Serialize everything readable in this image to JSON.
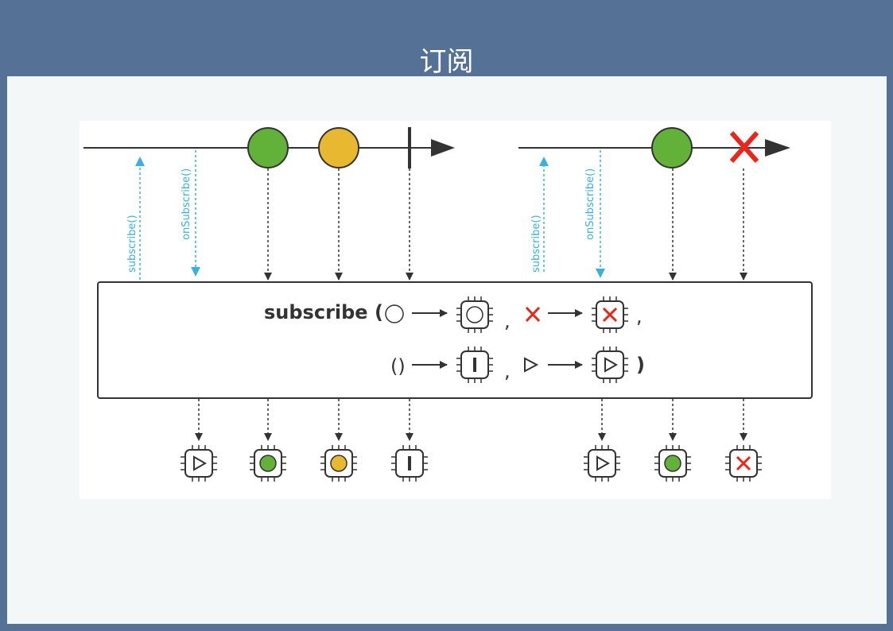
{
  "slide": {
    "title": "订阅"
  },
  "diagram": {
    "left_panel": {
      "subscribe_label": "subscribe()",
      "on_subscribe_label": "onSubscribe()"
    },
    "right_panel": {
      "subscribe_label": "subscribe()",
      "on_subscribe_label": "onSubscribe()"
    },
    "operator_box": {
      "method_name": "subscribe (",
      "comma_1": ",",
      "comma_2": ",",
      "comma_3": ",",
      "empty_parens": "()",
      "close_paren": ")"
    },
    "colors": {
      "green_item": "#62b23a",
      "yellow_item": "#e8b930",
      "error": "#e8261a",
      "dashed_call": "#3ab0e2",
      "line": "#333333"
    },
    "icons": [
      "green-item-icon",
      "yellow-item-icon",
      "completion-icon",
      "error-icon",
      "consumer-chip-icon",
      "action-chip-icon",
      "subscription-triangle-icon"
    ]
  }
}
